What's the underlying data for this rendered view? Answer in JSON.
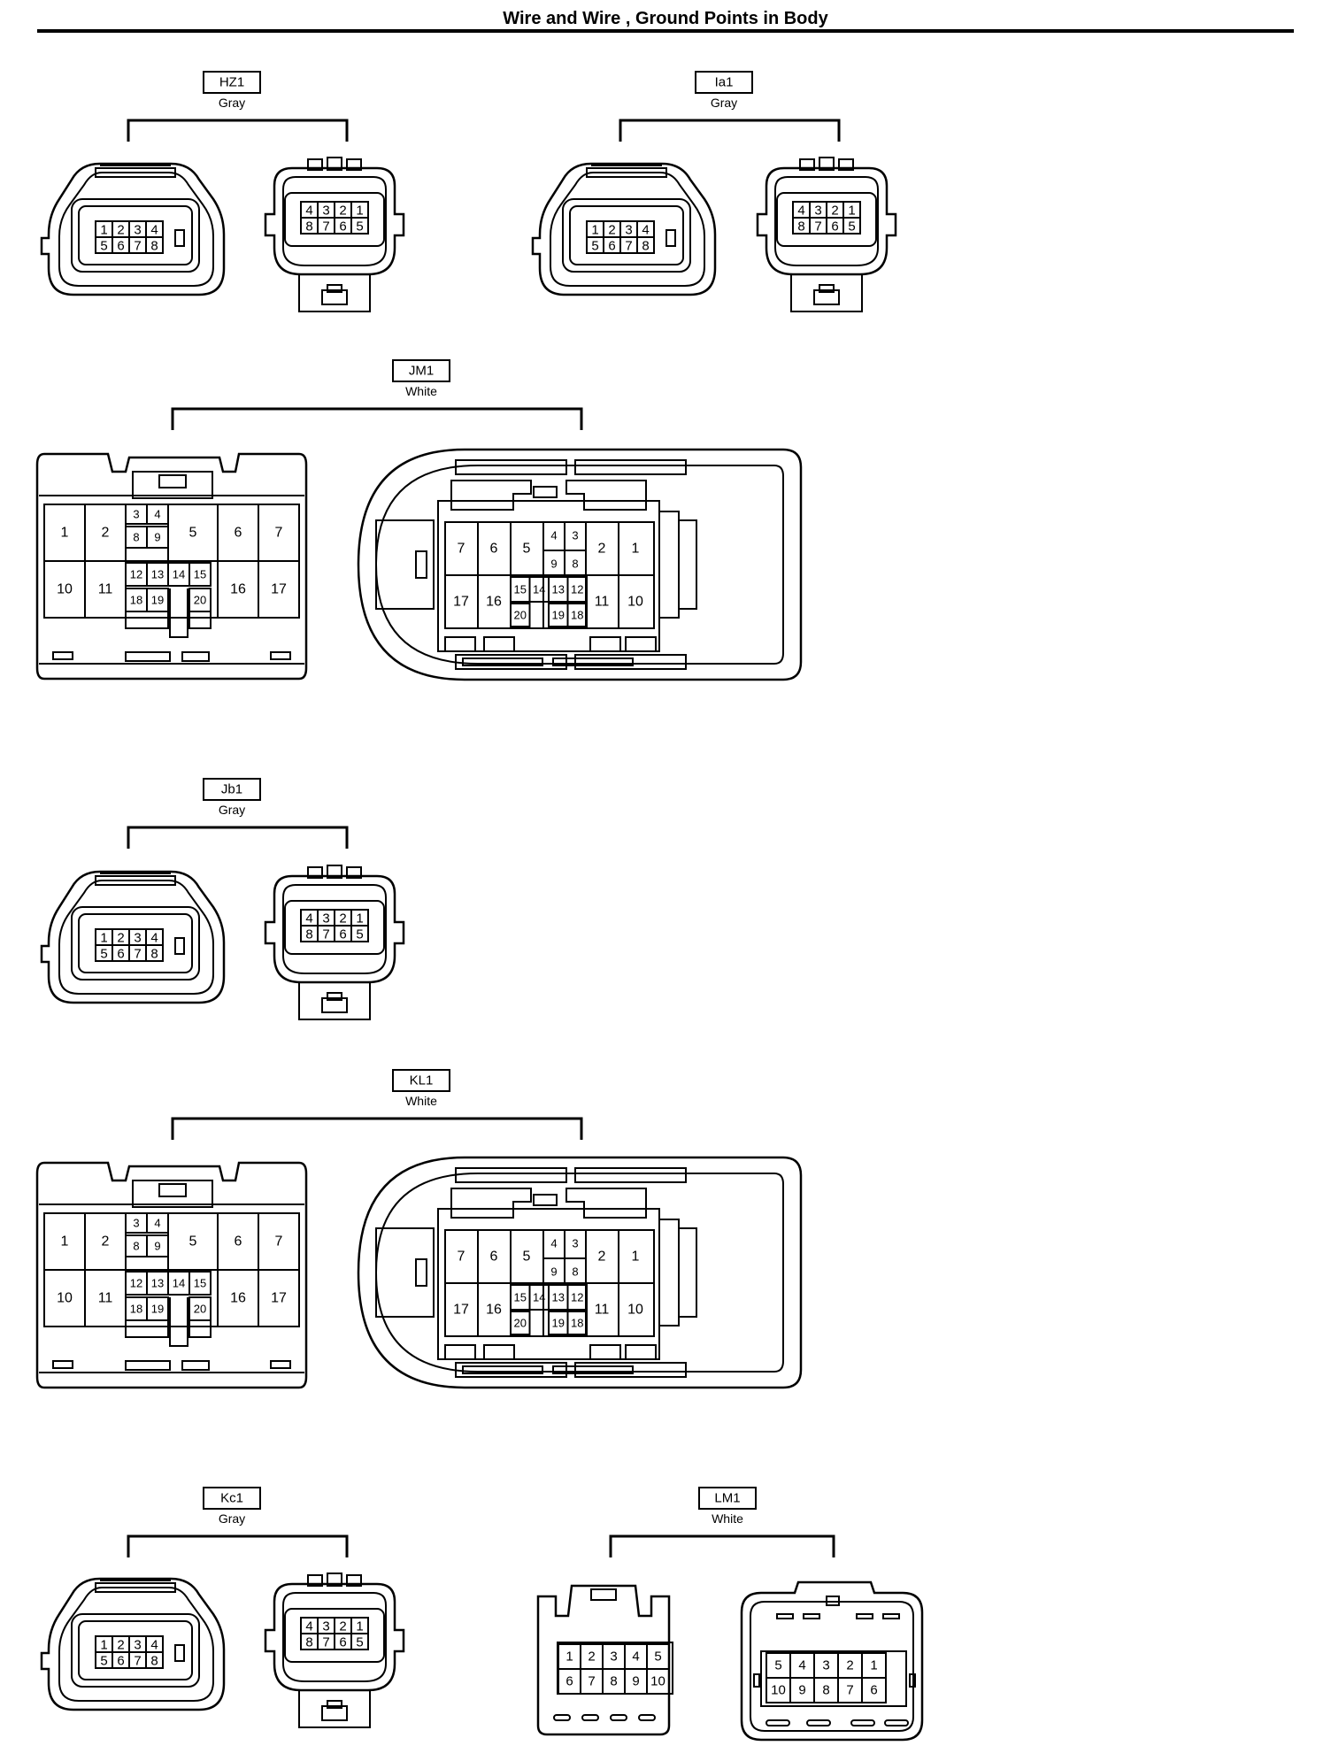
{
  "page": {
    "title": "Wire and Wire , Ground Points in Body"
  },
  "connectors": [
    {
      "code": "HZ1",
      "color": "Gray"
    },
    {
      "code": "Ia1",
      "color": "Gray"
    },
    {
      "code": "JM1",
      "color": "White"
    },
    {
      "code": "Jb1",
      "color": "Gray"
    },
    {
      "code": "KL1",
      "color": "White"
    },
    {
      "code": "Kc1",
      "color": "Gray"
    },
    {
      "code": "LM1",
      "color": "White"
    }
  ],
  "small_female_pins": [
    "1",
    "2",
    "3",
    "4",
    "5",
    "6",
    "7",
    "8"
  ],
  "small_male_pins": [
    "4",
    "3",
    "2",
    "1",
    "8",
    "7",
    "6",
    "5"
  ],
  "big_left_pins": [
    "1",
    "2",
    "3",
    "4",
    "5",
    "6",
    "7",
    "8",
    "9",
    "10",
    "11",
    "12",
    "13",
    "14",
    "15",
    "16",
    "17",
    "18",
    "19",
    "20"
  ],
  "big_right_pins": [
    "7",
    "6",
    "5",
    "4",
    "3",
    "2",
    "1",
    "9",
    "8",
    "17",
    "16",
    "15",
    "14",
    "13",
    "12",
    "11",
    "10",
    "20",
    "19",
    "18"
  ],
  "lm1_left_pins": [
    "1",
    "2",
    "3",
    "4",
    "5",
    "6",
    "7",
    "8",
    "9",
    "10"
  ],
  "lm1_right_pins": [
    "5",
    "4",
    "3",
    "2",
    "1",
    "10",
    "9",
    "8",
    "7",
    "6"
  ]
}
